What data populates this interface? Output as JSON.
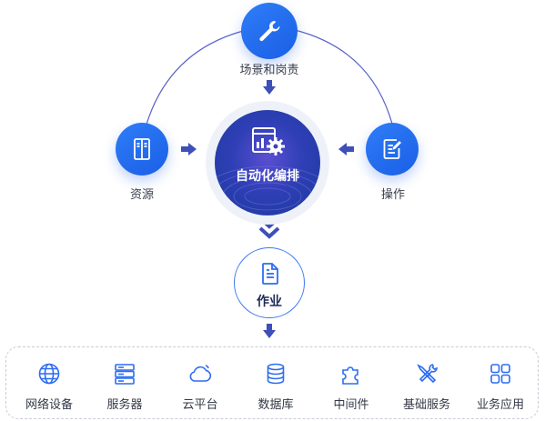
{
  "center": {
    "label": "自动化编排"
  },
  "inputs": {
    "top": {
      "label": "场景和岗责",
      "icon": "wrench-icon"
    },
    "left": {
      "label": "资源",
      "icon": "server-cabinet-icon"
    },
    "right": {
      "label": "操作",
      "icon": "edit-document-icon"
    }
  },
  "output": {
    "label": "作业",
    "icon": "document-icon"
  },
  "infrastructure": [
    {
      "label": "网络设备",
      "icon": "globe-icon"
    },
    {
      "label": "服务器",
      "icon": "server-rack-icon"
    },
    {
      "label": "云平台",
      "icon": "cloud-icon"
    },
    {
      "label": "数据库",
      "icon": "database-icon"
    },
    {
      "label": "中间件",
      "icon": "puzzle-icon"
    },
    {
      "label": "基础服务",
      "icon": "tools-icon"
    },
    {
      "label": "业务应用",
      "icon": "app-grid-icon"
    }
  ],
  "colors": {
    "primary": "#1f67ea",
    "arrow": "#3d4fb8",
    "core": "#2f3fb6",
    "connector": "#4a55c0",
    "dashed_border": "#c7ccd6"
  }
}
